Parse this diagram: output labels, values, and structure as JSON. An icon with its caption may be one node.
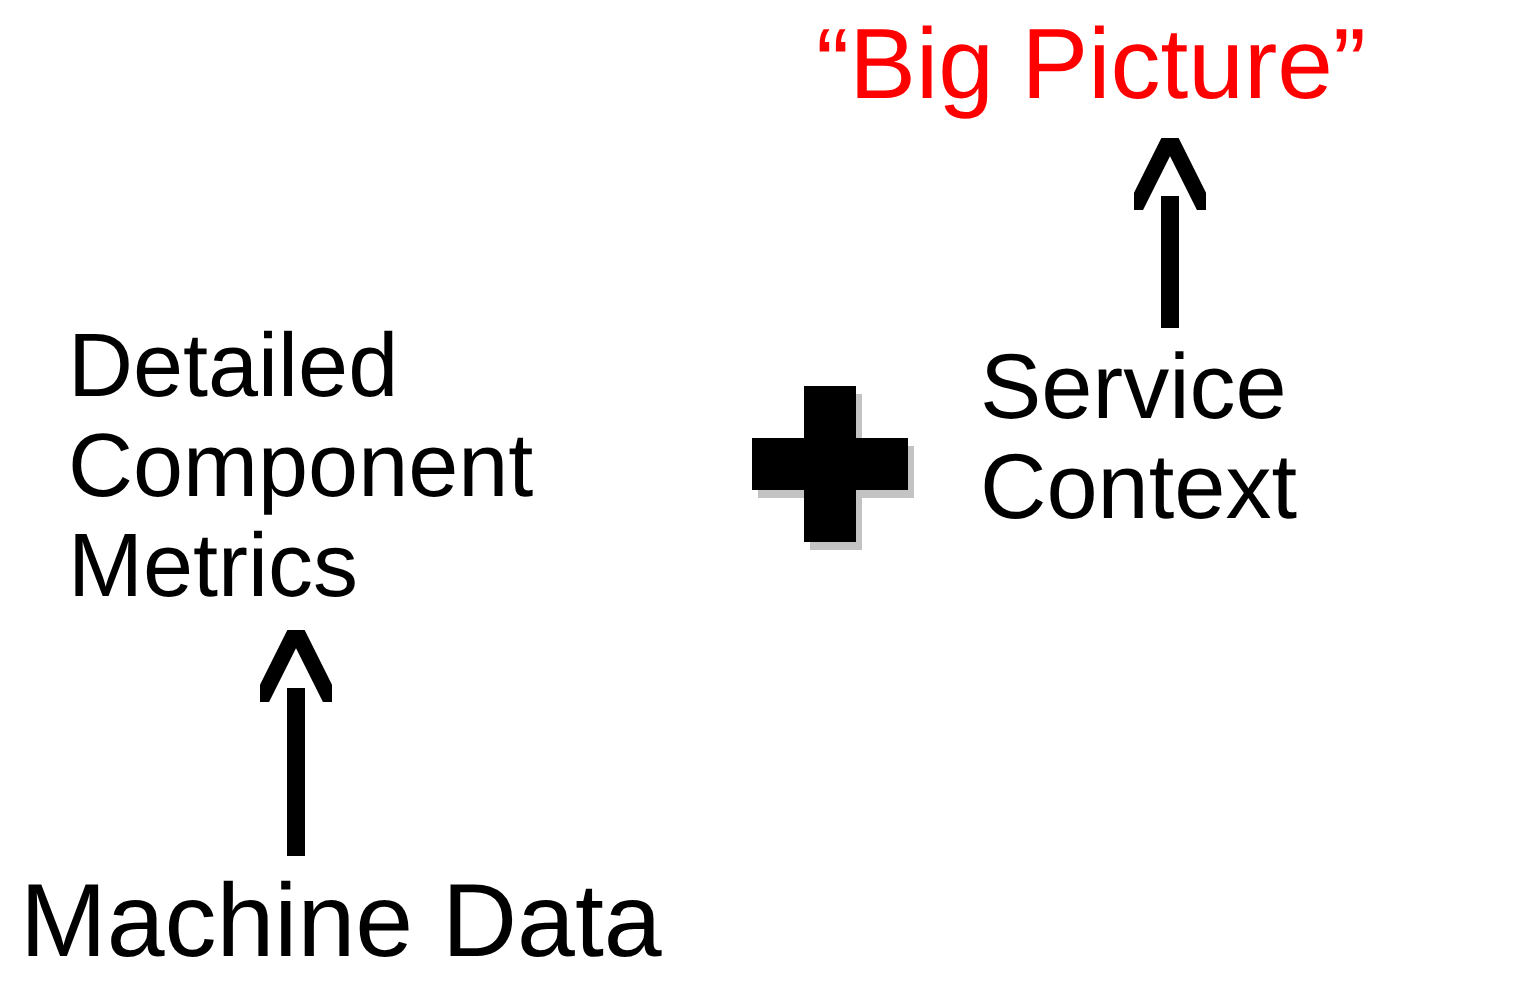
{
  "diagram": {
    "nodes": [
      {
        "text": [
          "“Big Picture”"
        ]
      },
      {
        "text": [
          "Detailed Component Metrics"
        ]
      },
      {
        "text": [
          "Service Context"
        ]
      },
      {
        "text": [
          "Machine Data"
        ]
      }
    ],
    "edges": [
      {
        "from": 3,
        "to": 1,
        "arrow": "to"
      },
      {
        "from": 2,
        "to": 0,
        "arrow": "to"
      }
    ]
  }
}
